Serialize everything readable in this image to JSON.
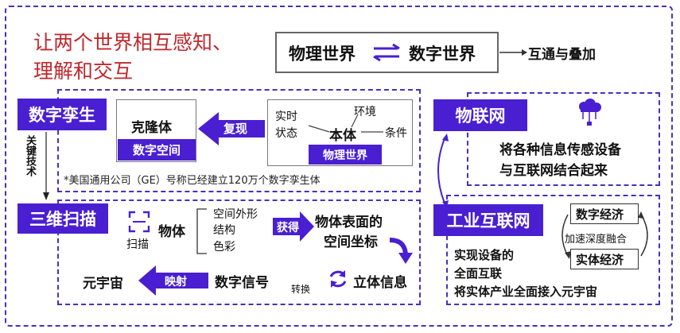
{
  "headline": {
    "line1": "让两个世界相互感知、",
    "line2": "理解和交互"
  },
  "top_box": {
    "left": "物理世界",
    "right": "数字世界"
  },
  "top_note": "互通与叠加",
  "twin": {
    "title": "数字孪生",
    "clone": "克隆体",
    "digital_space": "数字空间",
    "reproduce": "复现",
    "realtime": "实时",
    "state": "状态",
    "body": "本体",
    "env": "环境",
    "cond": "条件",
    "physical_world": "物理世界",
    "footnote": "*美国通用公司（GE）号称已经建立120万个数字孪生体"
  },
  "key_tech": "关键技术",
  "scan": {
    "title": "三维扫描",
    "scan_label": "扫描",
    "object": "物体",
    "shape": "空间外形",
    "structure": "结构",
    "color": "色彩",
    "obtain": "获得",
    "coord1": "物体表面的",
    "coord2": "空间坐标",
    "solid_info": "立体信息",
    "convert": "转换",
    "digital_signal": "数字信号",
    "mapping": "映射",
    "metaverse": "元宇宙"
  },
  "iot": {
    "title": "物联网",
    "line1": "将各种信息传感设备",
    "line2": "与互联网结合起来"
  },
  "iiot": {
    "title": "工业互联网",
    "digital_economy": "数字经济",
    "accel": "加速深度融合",
    "real_economy": "实体经济",
    "line1": "实现设备的",
    "line2": "全面互联",
    "line3": "将实体产业全面接入元宇宙"
  },
  "colors": {
    "accent": "#4a1fd1",
    "headline": "#c0282d",
    "border": "#4a2fbf"
  }
}
